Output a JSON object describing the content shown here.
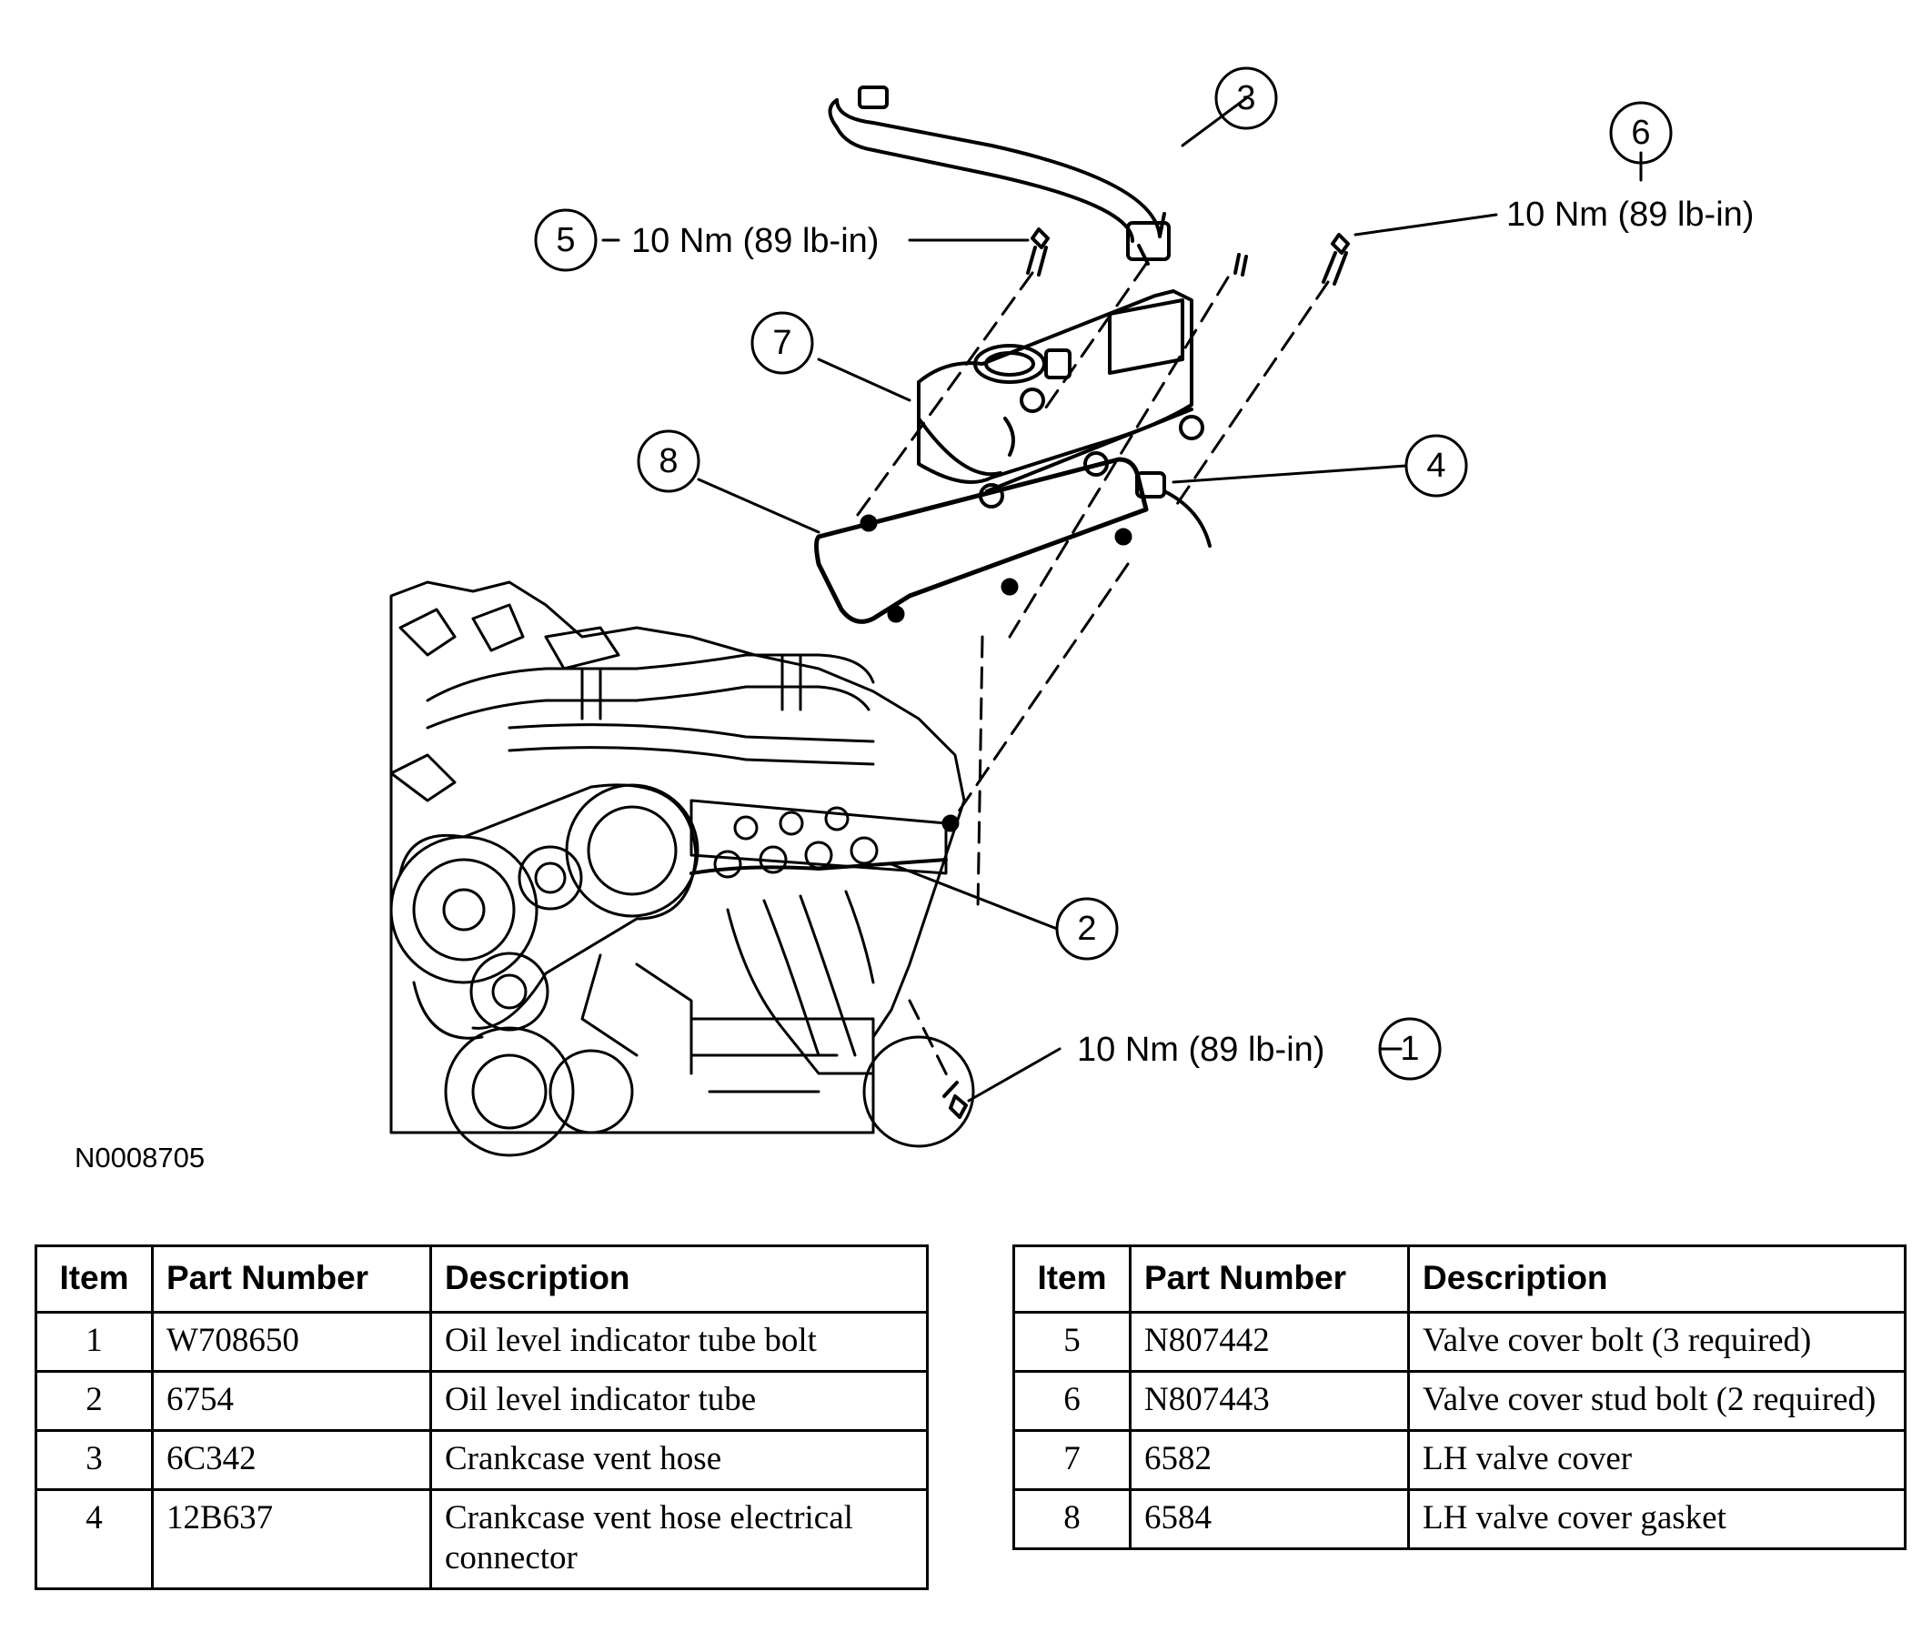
{
  "figure_id": "N0008705",
  "callouts": [
    {
      "number": "1",
      "torque": "10 Nm (89 lb-in)"
    },
    {
      "number": "2"
    },
    {
      "number": "3"
    },
    {
      "number": "4"
    },
    {
      "number": "5",
      "torque": "10 Nm (89 lb-in)"
    },
    {
      "number": "6",
      "torque": "10 Nm (89 lb-in)"
    },
    {
      "number": "7"
    },
    {
      "number": "8"
    }
  ],
  "table_headers": {
    "item": "Item",
    "part_number": "Part Number",
    "description": "Description"
  },
  "parts_left": [
    {
      "item": "1",
      "part_number": "W708650",
      "description": "Oil level indicator tube bolt"
    },
    {
      "item": "2",
      "part_number": "6754",
      "description": "Oil level indicator tube"
    },
    {
      "item": "3",
      "part_number": "6C342",
      "description": "Crankcase vent hose"
    },
    {
      "item": "4",
      "part_number": "12B637",
      "description": "Crankcase vent hose electrical connector"
    }
  ],
  "parts_right": [
    {
      "item": "5",
      "part_number": "N807442",
      "description": "Valve cover bolt (3 required)"
    },
    {
      "item": "6",
      "part_number": "N807443",
      "description": "Valve cover stud bolt (2 required)"
    },
    {
      "item": "7",
      "part_number": "6582",
      "description": "LH valve cover"
    },
    {
      "item": "8",
      "part_number": "6584",
      "description": "LH valve cover gasket"
    }
  ]
}
